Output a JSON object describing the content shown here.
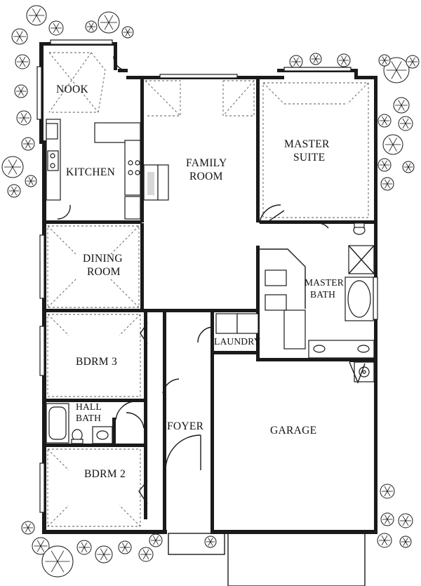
{
  "rooms": {
    "nook": "NOOK",
    "kitchen": "KITCHEN",
    "family_room": [
      "FAMILY",
      "ROOM"
    ],
    "master_suite": [
      "MASTER",
      "SUITE"
    ],
    "dining_room": [
      "DINING",
      "ROOM"
    ],
    "master_bath": [
      "MASTER",
      "BATH"
    ],
    "laundry": "LAUNDRY",
    "bdrm3": "BDRM 3",
    "hall_bath": [
      "HALL",
      "BATH"
    ],
    "foyer": "FOYER",
    "garage": "GARAGE",
    "bdrm2": "BDRM 2"
  }
}
